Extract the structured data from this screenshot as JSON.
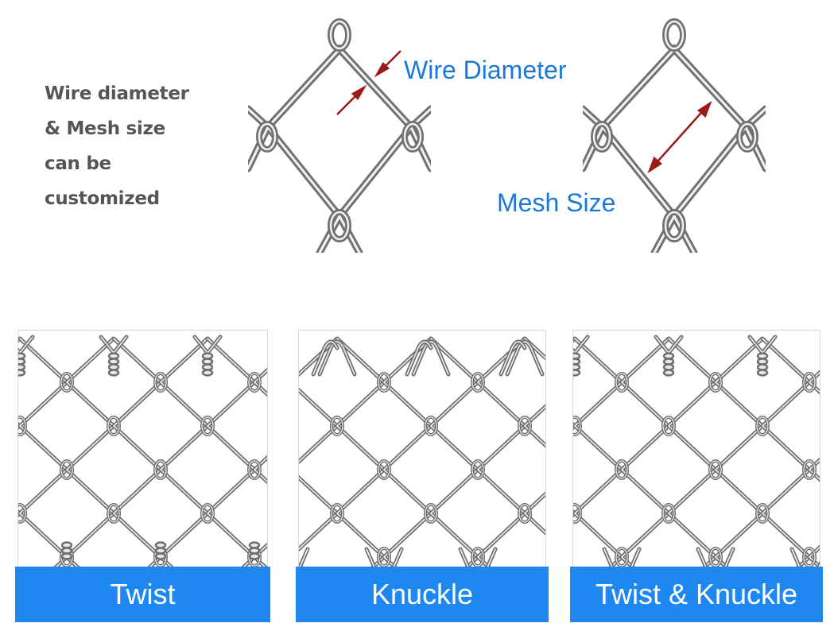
{
  "intro": {
    "lines": [
      "Wire diameter",
      "& Mesh size",
      "can be",
      "customized"
    ]
  },
  "diagrams": {
    "wire_diameter_label": "Wire Diameter",
    "mesh_size_label": "Mesh Size"
  },
  "colors": {
    "label_blue": "#1a78d8",
    "caption_blue": "#1e88f0",
    "arrow_red": "#9b1b1b",
    "wire_gray": "#6f7275",
    "intro_text": "#555555"
  },
  "panels": [
    {
      "caption": "Twist",
      "edge_type": "twist"
    },
    {
      "caption": "Knuckle",
      "edge_type": "knuckle"
    },
    {
      "caption": "Twist & Knuckle",
      "edge_type": "twist-knuckle"
    }
  ]
}
